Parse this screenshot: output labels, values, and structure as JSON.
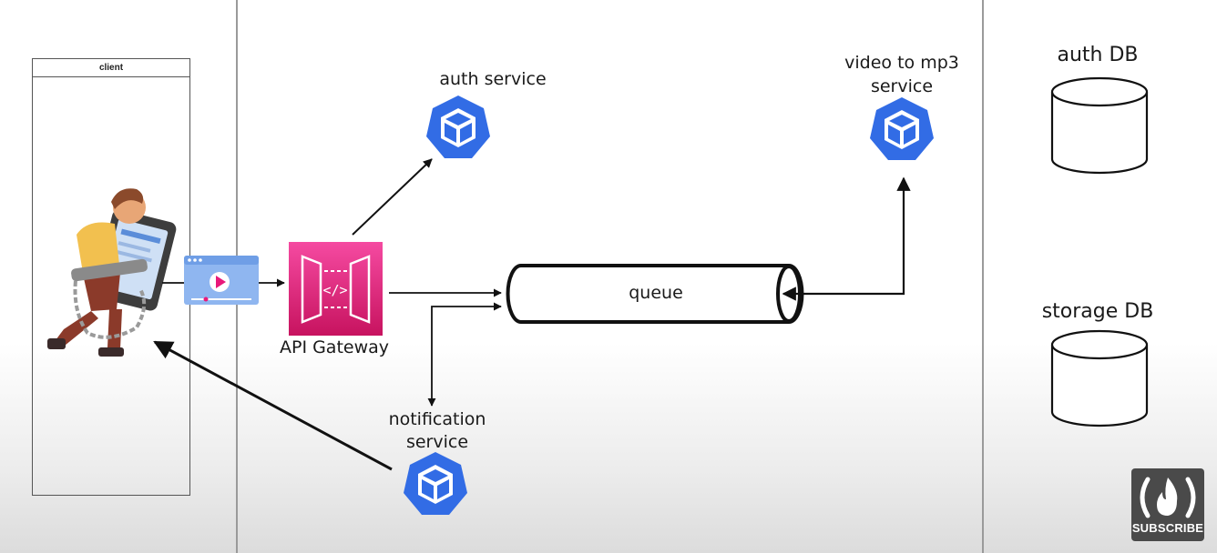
{
  "client": {
    "title": "client"
  },
  "services": {
    "auth": {
      "label": "auth service"
    },
    "converter": {
      "line1": "video to mp3",
      "line2": "service"
    },
    "notification": {
      "line1": "notification",
      "line2": "service"
    }
  },
  "gateway": {
    "label": "API Gateway"
  },
  "queue": {
    "label": "queue"
  },
  "databases": {
    "auth": {
      "label": "auth DB"
    },
    "storage": {
      "label": "storage DB"
    }
  },
  "badge": {
    "label": "SUBSCRIBE"
  },
  "colors": {
    "kube": "#326ce5",
    "gateway_top": "#f54aa1",
    "gateway_bottom": "#c7135f",
    "video_card": "#8fb6f0",
    "play": "#e8197a"
  },
  "icons": [
    "kubernetes-cube-icon",
    "api-gateway-icon",
    "video-player-icon",
    "database-icon",
    "fire-icon"
  ]
}
